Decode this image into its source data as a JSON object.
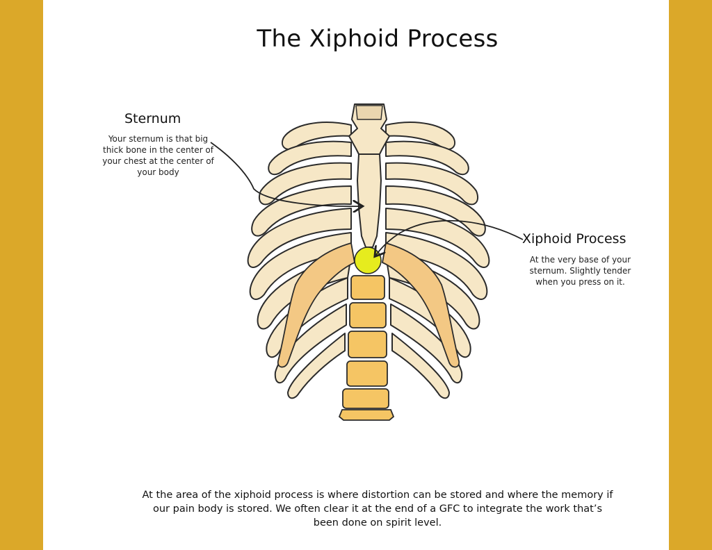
{
  "title": "The Xiphoid Process",
  "sternum": {
    "heading": "Sternum",
    "description": "Your sternum is that big thick bone in the center of your chest at the center of your body"
  },
  "xiphoid": {
    "heading": "Xiphoid Process",
    "description": "At the very base of your sternum. Slightly tender when you press on it."
  },
  "footer": "At the area of the xiphoid process is where distortion can be stored and where the memory if our pain body is stored. We often clear it at the end of a GFC to integrate the work that’s been done on spirit level.",
  "colors": {
    "border": "#DBA829",
    "bone": "#F6E7C6",
    "cartilage": "#F3C884",
    "vertebra": "#F5C564",
    "xiphoid_marker": "#E6EC1E",
    "outline": "#2B2B2B"
  }
}
